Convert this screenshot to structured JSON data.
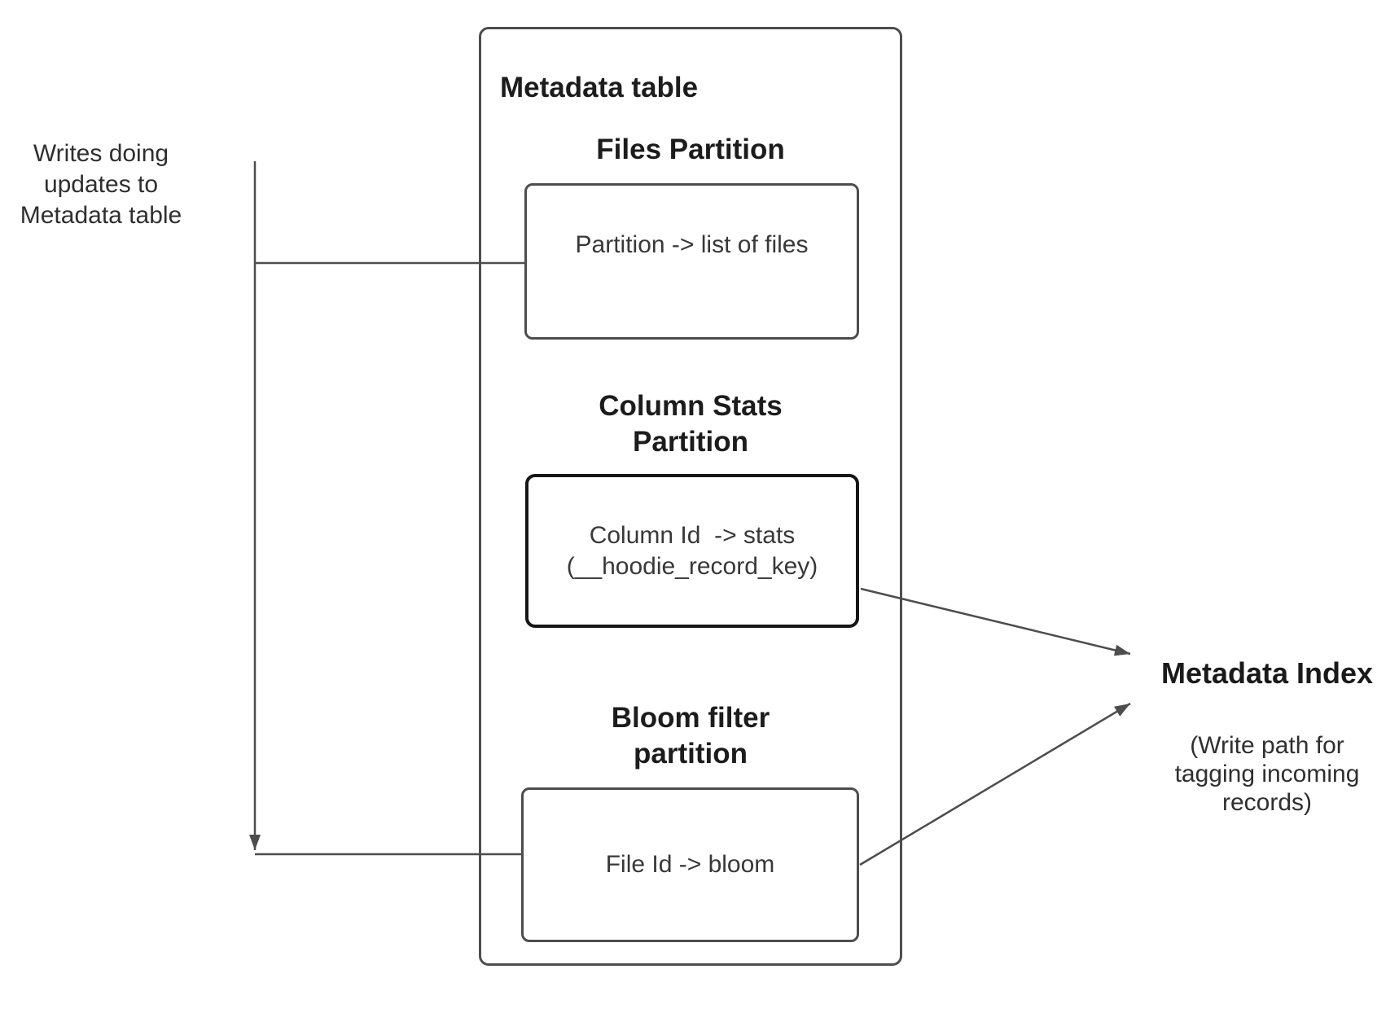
{
  "left_note": {
    "line1": "Writes doing",
    "line2": "updates to",
    "line3": "Metadata table"
  },
  "metadata_table": {
    "title": "Metadata table",
    "files_partition": {
      "heading": "Files Partition",
      "body": "Partition -> list of files"
    },
    "column_stats_partition": {
      "heading_line1": "Column Stats",
      "heading_line2": "Partition",
      "body_line1": "Column Id  -> stats",
      "body_line2": "(__hoodie_record_key)"
    },
    "bloom_filter_partition": {
      "heading_line1": "Bloom filter",
      "heading_line2": "partition",
      "body": "File Id -> bloom"
    }
  },
  "metadata_index": {
    "title": "Metadata Index",
    "note_line1": "(Write path for",
    "note_line2": "tagging incoming",
    "note_line3": "records)"
  },
  "colors": {
    "line": "#4d4d4d",
    "heading_text": "#1c1c1c",
    "body_text": "#383838",
    "stats_box_border": "#161616",
    "background": "#ffffff"
  }
}
